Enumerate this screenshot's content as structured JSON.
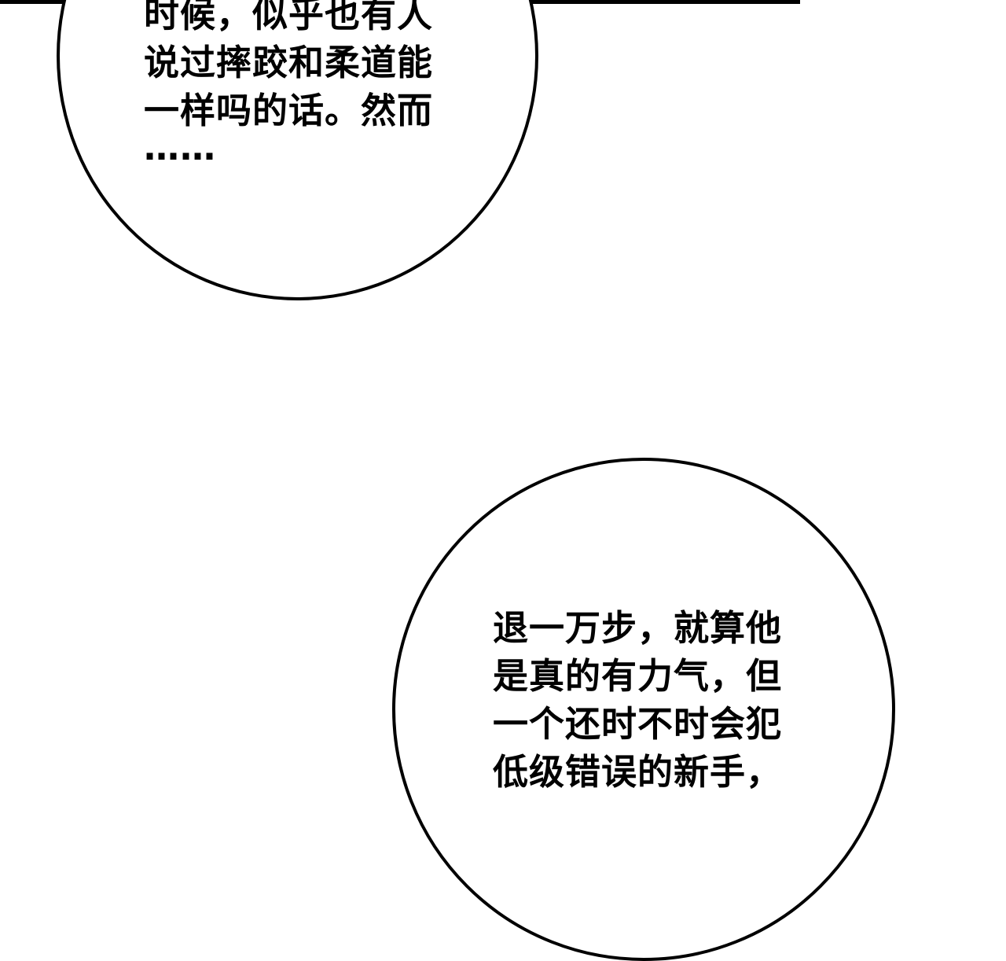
{
  "bubble_1": {
    "lines": [
      "时候，似乎也有人",
      "说过摔跤和柔道能",
      "一样吗的话。然而",
      "……"
    ]
  },
  "bubble_2": {
    "lines": [
      "退一万步，就算他",
      "是真的有力气，但",
      "一个还时不时会犯",
      "低级错误的新手，"
    ]
  }
}
